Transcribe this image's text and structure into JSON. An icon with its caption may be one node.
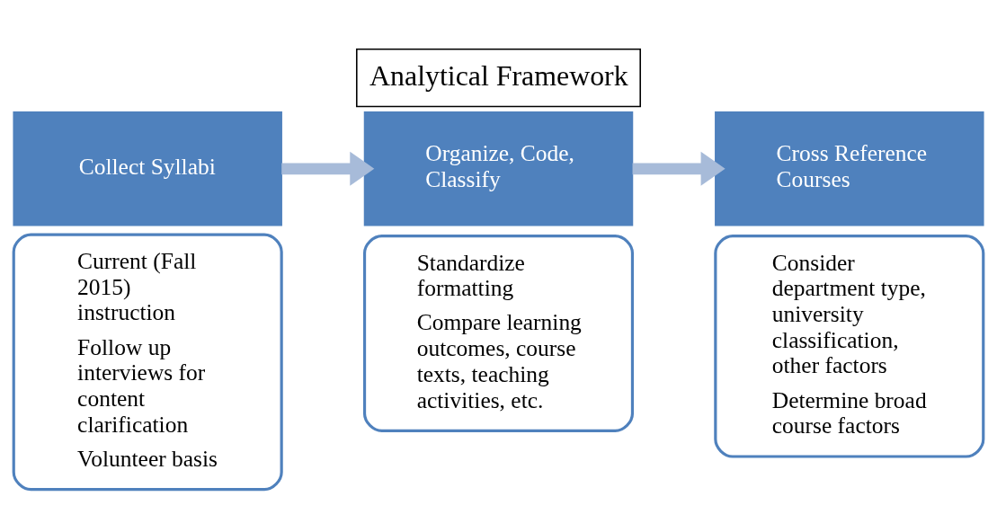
{
  "diagram": {
    "title": "Analytical Framework",
    "nodes": [
      {
        "text": [
          "Collect Syllabi"
        ]
      },
      {
        "text": [
          "Current (Fall 2015) instruction",
          "Follow up interviews for content clarification",
          "Volunteer basis"
        ]
      },
      {
        "text": [
          "Organize, Code, Classify"
        ]
      },
      {
        "text": [
          "Standardize formatting",
          "Compare learning outcomes, course texts, teaching activities, etc."
        ]
      },
      {
        "text": [
          "Cross Reference Courses"
        ]
      },
      {
        "text": [
          "Consider department type, university classification, other factors",
          "Determine broad course factors"
        ]
      }
    ],
    "edges": [
      {
        "from": 0,
        "to": 2,
        "arrow": "to"
      },
      {
        "from": 2,
        "to": 4,
        "arrow": "to"
      }
    ]
  }
}
